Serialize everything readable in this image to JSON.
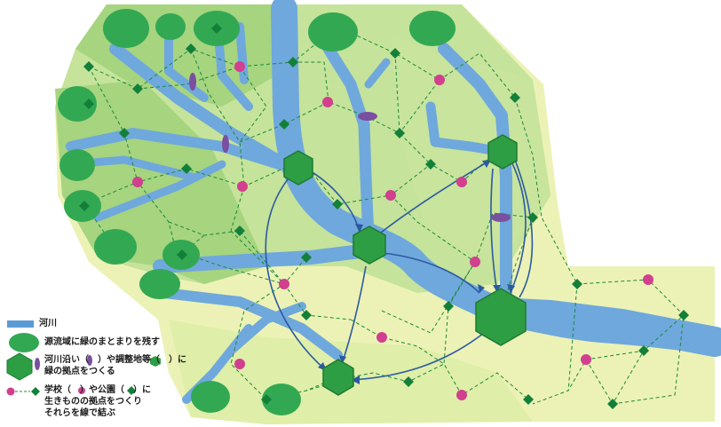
{
  "colors": {
    "river": "#6fa8dc",
    "river_legend": "#5b9bd5",
    "hex_green": "#2e9e44",
    "hex_stroke": "#1d7a32",
    "ellipse_green": "#33a853",
    "pink_dot": "#d23f8f",
    "diamond_green": "#13803a",
    "purple_ellipse": "#7a4fa0",
    "dashed_link": "#1b8a3a",
    "arrow_link": "#2c5aa0",
    "bg_dark": "#9fd07a",
    "bg_mid": "#c5e39a",
    "bg_light": "#ecf2b5"
  },
  "legend": {
    "river": "河川",
    "headwater": "源流域に緑のまとまりを残す",
    "hub_line1": "河川沿い（　）や調整地等（　）に",
    "hub_line2": "緑の拠点をつくる",
    "node_line1": "学校（　）や公園（　）に",
    "node_line2": "生きものの拠点をつくり",
    "node_line3": "それらを線で結ぶ"
  },
  "icons": {
    "river_sample": "river-band-icon",
    "ellipse_sample": "green-ellipse-icon",
    "hex_sample": "green-hexagon-icon",
    "purple_sample": "purple-ellipse-icon",
    "dot_sample": "pink-dot-icon",
    "diamond_sample": "green-diamond-icon"
  }
}
